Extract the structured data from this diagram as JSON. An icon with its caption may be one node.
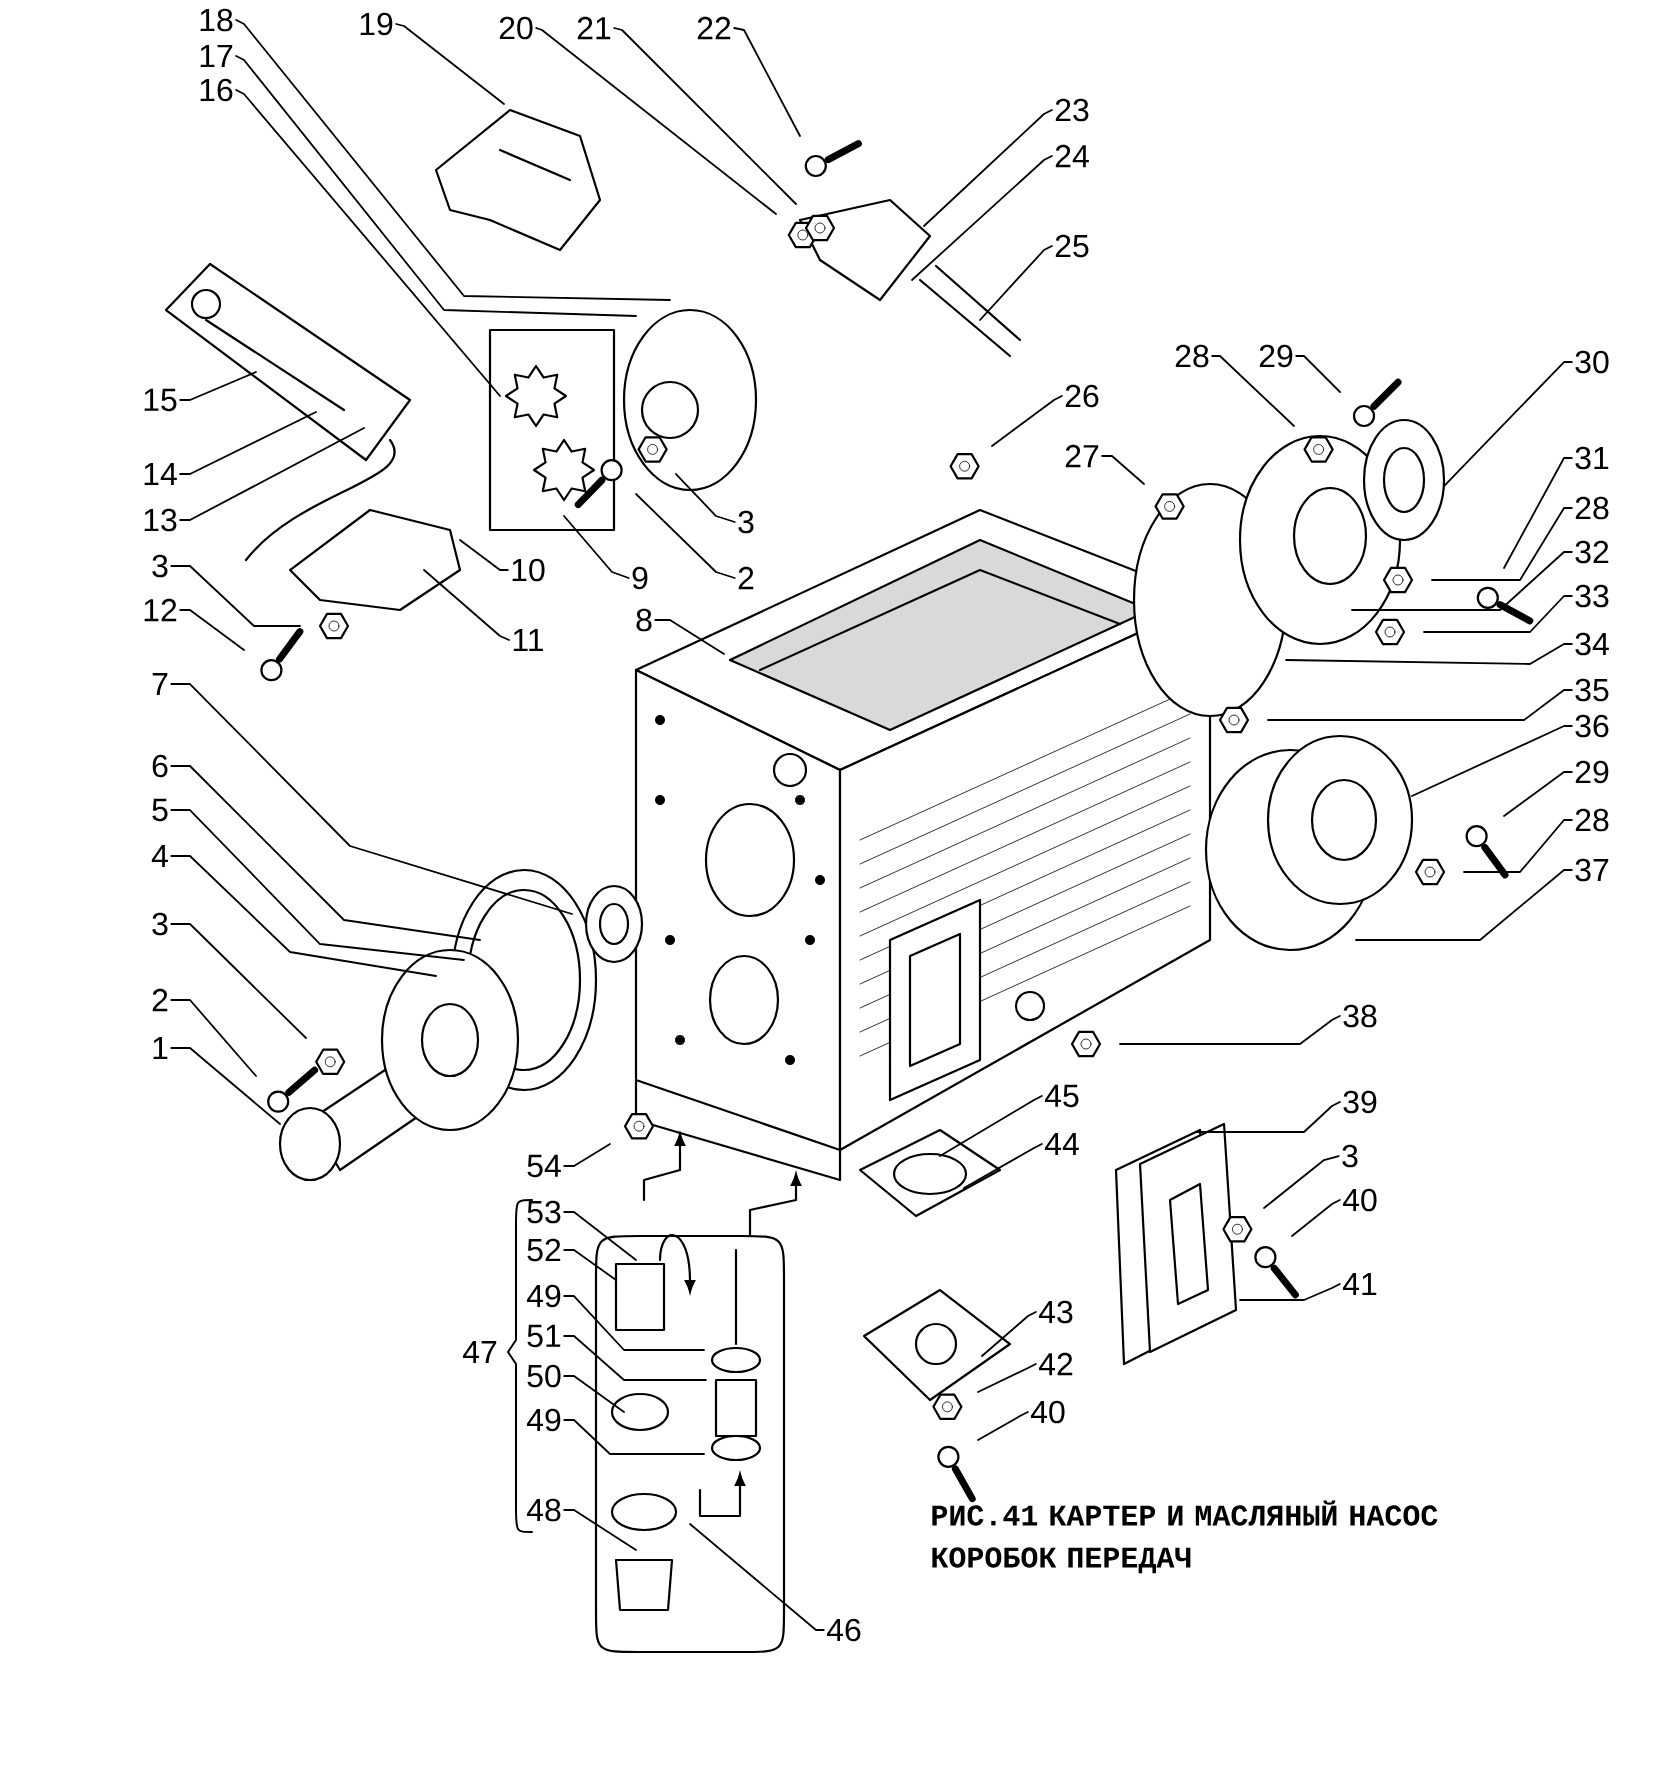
{
  "diagram": {
    "caption": "РИС.41  КАРТЕР И МАСЛЯНЫЙ НАСОС КОРОБОК ПЕРЕДАЧ",
    "nodes": [
      {
        "text": [
          "18"
        ]
      },
      {
        "text": [
          "17"
        ]
      },
      {
        "text": [
          "16"
        ]
      },
      {
        "text": [
          "19"
        ]
      },
      {
        "text": [
          "20"
        ]
      },
      {
        "text": [
          "21"
        ]
      },
      {
        "text": [
          "22"
        ]
      },
      {
        "text": [
          "15"
        ]
      },
      {
        "text": [
          "14"
        ]
      },
      {
        "text": [
          "13"
        ]
      },
      {
        "text": [
          "3"
        ]
      },
      {
        "text": [
          "12"
        ]
      },
      {
        "text": [
          "10"
        ]
      },
      {
        "text": [
          "11"
        ]
      },
      {
        "text": [
          "9"
        ]
      },
      {
        "text": [
          "2"
        ]
      },
      {
        "text": [
          "3"
        ]
      },
      {
        "text": [
          "8"
        ]
      },
      {
        "text": [
          "7"
        ]
      },
      {
        "text": [
          "6"
        ]
      },
      {
        "text": [
          "5"
        ]
      },
      {
        "text": [
          "4"
        ]
      },
      {
        "text": [
          "3"
        ]
      },
      {
        "text": [
          "2"
        ]
      },
      {
        "text": [
          "1"
        ]
      },
      {
        "text": [
          "54"
        ]
      },
      {
        "text": [
          "53"
        ]
      },
      {
        "text": [
          "52"
        ]
      },
      {
        "text": [
          "49"
        ]
      },
      {
        "text": [
          "51"
        ]
      },
      {
        "text": [
          "50"
        ]
      },
      {
        "text": [
          "49"
        ]
      },
      {
        "text": [
          "48"
        ]
      },
      {
        "text": [
          "46"
        ]
      },
      {
        "text": [
          "23"
        ]
      },
      {
        "text": [
          "24"
        ]
      },
      {
        "text": [
          "25"
        ]
      },
      {
        "text": [
          "26"
        ]
      },
      {
        "text": [
          "27"
        ]
      },
      {
        "text": [
          "28"
        ]
      },
      {
        "text": [
          "29"
        ]
      },
      {
        "text": [
          "30"
        ]
      },
      {
        "text": [
          "31"
        ]
      },
      {
        "text": [
          "28"
        ]
      },
      {
        "text": [
          "32"
        ]
      },
      {
        "text": [
          "33"
        ]
      },
      {
        "text": [
          "34"
        ]
      },
      {
        "text": [
          "35"
        ]
      },
      {
        "text": [
          "36"
        ]
      },
      {
        "text": [
          "29"
        ]
      },
      {
        "text": [
          "28"
        ]
      },
      {
        "text": [
          "37"
        ]
      },
      {
        "text": [
          "38"
        ]
      },
      {
        "text": [
          "45"
        ]
      },
      {
        "text": [
          "44"
        ]
      },
      {
        "text": [
          "39"
        ]
      },
      {
        "text": [
          "3"
        ]
      },
      {
        "text": [
          "40"
        ]
      },
      {
        "text": [
          "41"
        ]
      },
      {
        "text": [
          "43"
        ]
      },
      {
        "text": [
          "42"
        ]
      },
      {
        "text": [
          "40"
        ]
      }
    ],
    "edges": [
      {
        "from": 0,
        "to": null,
        "arrow": "none"
      },
      {
        "from": 1,
        "to": null,
        "arrow": "none"
      },
      {
        "from": 2,
        "to": null,
        "arrow": "none"
      },
      {
        "from": 3,
        "to": null,
        "arrow": "none"
      },
      {
        "from": 4,
        "to": null,
        "arrow": "none"
      },
      {
        "from": 5,
        "to": null,
        "arrow": "none"
      },
      {
        "from": 6,
        "to": null,
        "arrow": "none"
      },
      {
        "from": 7,
        "to": null,
        "arrow": "none"
      },
      {
        "from": 8,
        "to": null,
        "arrow": "none"
      },
      {
        "from": 9,
        "to": null,
        "arrow": "none"
      },
      {
        "from": 10,
        "to": null,
        "arrow": "none"
      },
      {
        "from": 11,
        "to": null,
        "arrow": "none"
      },
      {
        "from": 12,
        "to": null,
        "arrow": "none"
      },
      {
        "from": 13,
        "to": null,
        "arrow": "none"
      },
      {
        "from": 14,
        "to": null,
        "arrow": "none"
      },
      {
        "from": 15,
        "to": null,
        "arrow": "none"
      },
      {
        "from": 16,
        "to": null,
        "arrow": "none"
      },
      {
        "from": 17,
        "to": null,
        "arrow": "none"
      },
      {
        "from": 18,
        "to": null,
        "arrow": "none"
      },
      {
        "from": 19,
        "to": null,
        "arrow": "none"
      },
      {
        "from": 20,
        "to": null,
        "arrow": "none"
      },
      {
        "from": 21,
        "to": null,
        "arrow": "none"
      },
      {
        "from": 22,
        "to": null,
        "arrow": "none"
      },
      {
        "from": 23,
        "to": null,
        "arrow": "none"
      },
      {
        "from": 24,
        "to": null,
        "arrow": "none"
      },
      {
        "from": 25,
        "to": null,
        "arrow": "none"
      },
      {
        "from": 26,
        "to": null,
        "arrow": "none"
      },
      {
        "from": 27,
        "to": null,
        "arrow": "none"
      },
      {
        "from": 28,
        "to": null,
        "arrow": "none"
      },
      {
        "from": 29,
        "to": null,
        "arrow": "none"
      },
      {
        "from": 30,
        "to": null,
        "arrow": "none"
      },
      {
        "from": 31,
        "to": null,
        "arrow": "none"
      },
      {
        "from": 32,
        "to": null,
        "arrow": "none"
      },
      {
        "from": 33,
        "to": null,
        "arrow": "none"
      },
      {
        "from": 34,
        "to": null,
        "arrow": "none"
      },
      {
        "from": 35,
        "to": null,
        "arrow": "none"
      },
      {
        "from": 36,
        "to": null,
        "arrow": "none"
      },
      {
        "from": 37,
        "to": null,
        "arrow": "none"
      },
      {
        "from": 38,
        "to": null,
        "arrow": "none"
      },
      {
        "from": 39,
        "to": null,
        "arrow": "none"
      },
      {
        "from": 40,
        "to": null,
        "arrow": "none"
      },
      {
        "from": 41,
        "to": null,
        "arrow": "none"
      },
      {
        "from": 42,
        "to": null,
        "arrow": "none"
      },
      {
        "from": 43,
        "to": null,
        "arrow": "none"
      },
      {
        "from": 44,
        "to": null,
        "arrow": "none"
      },
      {
        "from": 45,
        "to": null,
        "arrow": "none"
      },
      {
        "from": 46,
        "to": null,
        "arrow": "none"
      },
      {
        "from": 47,
        "to": null,
        "arrow": "none"
      },
      {
        "from": 48,
        "to": null,
        "arrow": "none"
      },
      {
        "from": 49,
        "to": null,
        "arrow": "none"
      },
      {
        "from": 50,
        "to": null,
        "arrow": "none"
      },
      {
        "from": 51,
        "to": null,
        "arrow": "none"
      },
      {
        "from": 52,
        "to": null,
        "arrow": "none"
      },
      {
        "from": 53,
        "to": null,
        "arrow": "none"
      },
      {
        "from": 54,
        "to": null,
        "arrow": "none"
      },
      {
        "from": 55,
        "to": null,
        "arrow": "none"
      },
      {
        "from": 56,
        "to": null,
        "arrow": "none"
      },
      {
        "from": 57,
        "to": null,
        "arrow": "none"
      },
      {
        "from": 58,
        "to": null,
        "arrow": "none"
      },
      {
        "from": 59,
        "to": null,
        "arrow": "none"
      },
      {
        "from": 60,
        "to": null,
        "arrow": "none"
      },
      {
        "from": 61,
        "to": null,
        "arrow": "none"
      }
    ],
    "labels": [
      "47"
    ]
  }
}
